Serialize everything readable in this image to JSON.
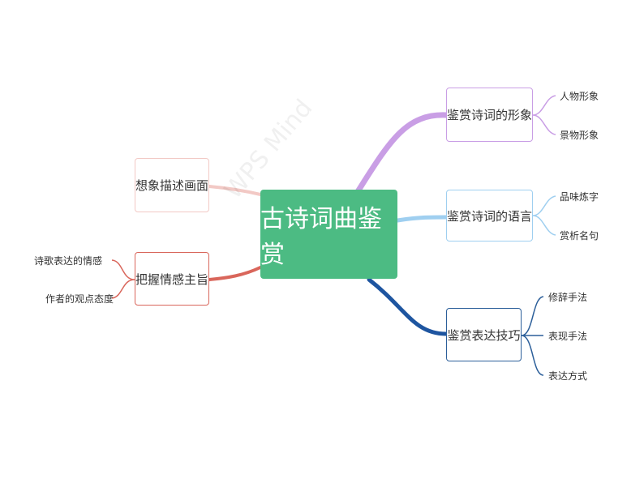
{
  "root": {
    "label": "古诗词曲鉴赏"
  },
  "watermark": "WPS Mind",
  "right": [
    {
      "label": "鉴赏诗词的形象",
      "color": "#c99ee5",
      "children": [
        "人物形象",
        "景物形象"
      ]
    },
    {
      "label": "鉴赏诗词的语言",
      "color": "#9fcff0",
      "children": [
        "品味炼字",
        "赏析名句"
      ]
    },
    {
      "label": "鉴赏表达技巧",
      "color": "#2c5f9a",
      "children": [
        "修辞手法",
        "表现手法",
        "表达方式"
      ]
    }
  ],
  "left": [
    {
      "label": "想象描述画面",
      "color": "#f2c9c5",
      "children": []
    },
    {
      "label": "把握情感主旨",
      "color": "#d9665b",
      "children": [
        "诗歌表达的情感",
        "作者的观点态度"
      ]
    }
  ]
}
